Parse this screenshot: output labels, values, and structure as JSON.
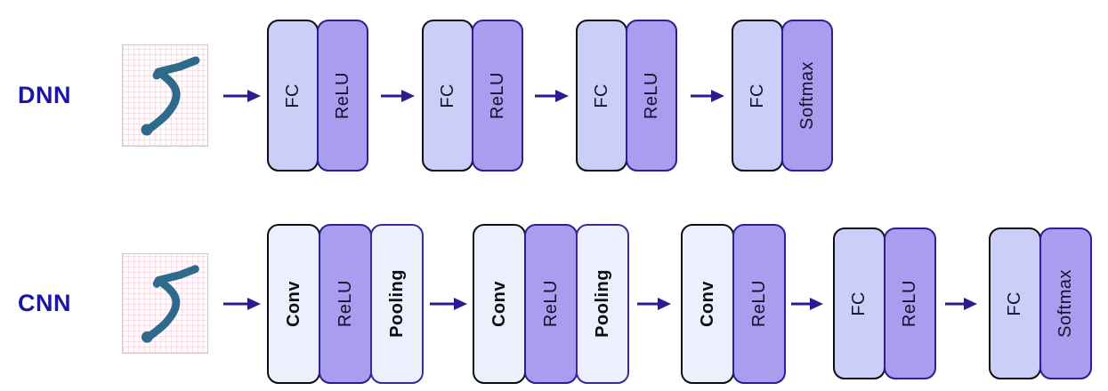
{
  "palette": {
    "block_light_fill": "#cbcff7",
    "block_purple_fill": "#aa9cef",
    "block_pale_fill": "#ecf0fc",
    "border_black": "#0d0d12",
    "border_indigo": "#2c1f93",
    "arrow_color": "#2b1d8e",
    "row_label_color": "#1c16a5",
    "digit_stroke_color": "#2e6a8c"
  },
  "rows": [
    {
      "label": "DNN",
      "input_digit": "5",
      "groups": [
        {
          "blocks": [
            {
              "kind": "fc",
              "label": "FC"
            },
            {
              "kind": "relu",
              "label": "ReLU"
            }
          ]
        },
        {
          "blocks": [
            {
              "kind": "fc",
              "label": "FC"
            },
            {
              "kind": "relu",
              "label": "ReLU"
            }
          ]
        },
        {
          "blocks": [
            {
              "kind": "fc",
              "label": "FC"
            },
            {
              "kind": "relu",
              "label": "ReLU"
            }
          ]
        },
        {
          "blocks": [
            {
              "kind": "fc",
              "label": "FC"
            },
            {
              "kind": "softmax",
              "label": "Softmax"
            }
          ]
        }
      ]
    },
    {
      "label": "CNN",
      "input_digit": "5",
      "groups": [
        {
          "blocks": [
            {
              "kind": "conv",
              "label": "Conv"
            },
            {
              "kind": "relu",
              "label": "ReLU"
            },
            {
              "kind": "pooling",
              "label": "Pooling"
            }
          ]
        },
        {
          "blocks": [
            {
              "kind": "conv",
              "label": "Conv"
            },
            {
              "kind": "relu",
              "label": "ReLU"
            },
            {
              "kind": "pooling",
              "label": "Pooling"
            }
          ]
        },
        {
          "blocks": [
            {
              "kind": "conv",
              "label": "Conv"
            },
            {
              "kind": "relu",
              "label": "ReLU"
            }
          ]
        },
        {
          "blocks": [
            {
              "kind": "fc",
              "label": "FC"
            },
            {
              "kind": "relu",
              "label": "ReLU"
            }
          ]
        },
        {
          "blocks": [
            {
              "kind": "fc",
              "label": "FC"
            },
            {
              "kind": "softmax",
              "label": "Softmax"
            }
          ]
        }
      ]
    }
  ]
}
